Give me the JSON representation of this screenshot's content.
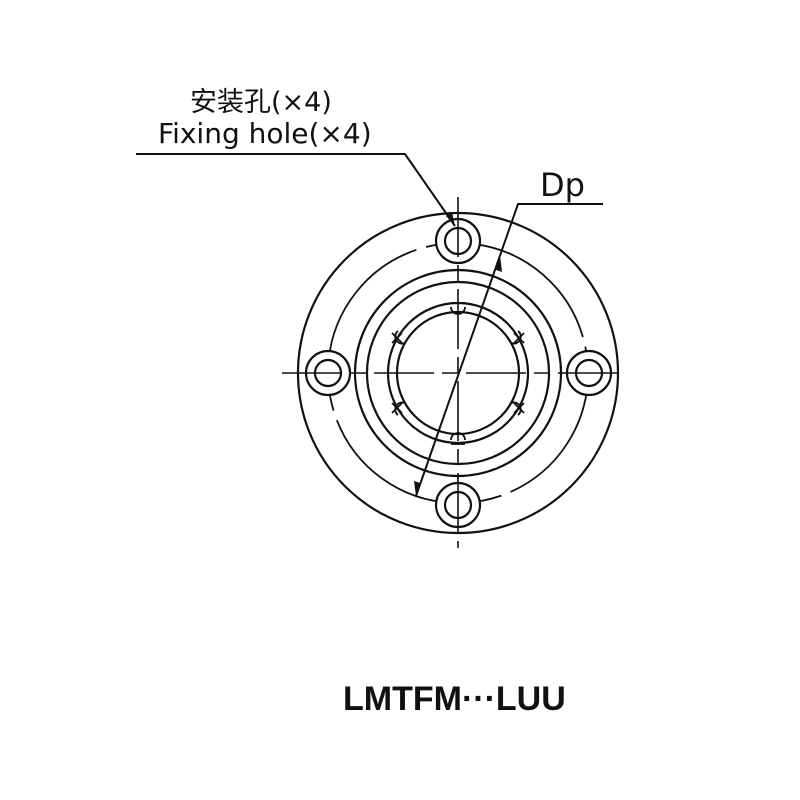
{
  "labels": {
    "mounting_hole_cn": "安装孔(×4)",
    "mounting_hole_en": "Fixing hole(×4)",
    "pitch_diameter": "Dp",
    "model": "LMTFM···LUU"
  },
  "colors": {
    "line": "#111111",
    "background": "#ffffff"
  }
}
